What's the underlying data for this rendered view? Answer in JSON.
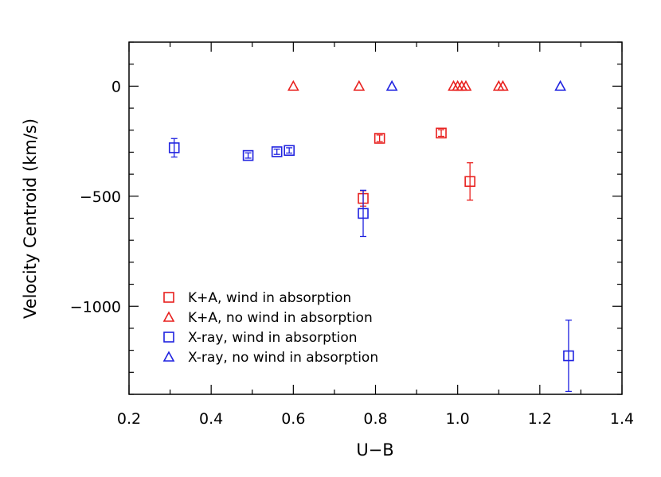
{
  "chart_data": {
    "type": "scatter",
    "xlabel": "U−B",
    "ylabel": "Velocity Centroid (km/s)",
    "xlim": [
      0.2,
      1.4
    ],
    "ylim": [
      -1400,
      200
    ],
    "x_ticks": [
      0.2,
      0.4,
      0.6,
      0.8,
      1.0,
      1.2,
      1.4
    ],
    "x_tick_labels": [
      "0.2",
      "0.4",
      "0.6",
      "0.8",
      "1.0",
      "1.2",
      "1.4"
    ],
    "y_ticks": [
      0,
      -500,
      -1000
    ],
    "y_tick_labels": [
      "0",
      "−500",
      "−1000"
    ],
    "grid": false,
    "legend_position": "bottom-left",
    "series": [
      {
        "name": "K+A, wind in absorption",
        "marker": "square",
        "color": "#e8201e",
        "points": [
          {
            "x": 0.77,
            "y": -510,
            "err": 35
          },
          {
            "x": 0.81,
            "y": -237,
            "err": 15
          },
          {
            "x": 0.96,
            "y": -213,
            "err": 15
          },
          {
            "x": 1.03,
            "y": -433,
            "err": 85
          }
        ]
      },
      {
        "name": "K+A, no wind in absorption",
        "marker": "triangle",
        "color": "#e8201e",
        "points": [
          {
            "x": 0.6,
            "y": 0
          },
          {
            "x": 0.76,
            "y": 0
          },
          {
            "x": 0.99,
            "y": 0
          },
          {
            "x": 1.0,
            "y": 0
          },
          {
            "x": 1.01,
            "y": 0
          },
          {
            "x": 1.02,
            "y": 0
          },
          {
            "x": 1.1,
            "y": 0
          },
          {
            "x": 1.11,
            "y": 0
          }
        ]
      },
      {
        "name": "X-ray, wind in absorption",
        "marker": "square",
        "color": "#1f22e0",
        "points": [
          {
            "x": 0.31,
            "y": -280,
            "err": 42
          },
          {
            "x": 0.49,
            "y": -315,
            "err": 12
          },
          {
            "x": 0.56,
            "y": -298,
            "err": 12
          },
          {
            "x": 0.59,
            "y": -292,
            "err": 12
          },
          {
            "x": 0.77,
            "y": -578,
            "err": 105
          },
          {
            "x": 1.27,
            "y": -1225,
            "err": 162
          }
        ]
      },
      {
        "name": "X-ray, no wind in absorption",
        "marker": "triangle",
        "color": "#1f22e0",
        "points": [
          {
            "x": 0.84,
            "y": 0
          },
          {
            "x": 1.25,
            "y": 0
          }
        ]
      }
    ]
  }
}
